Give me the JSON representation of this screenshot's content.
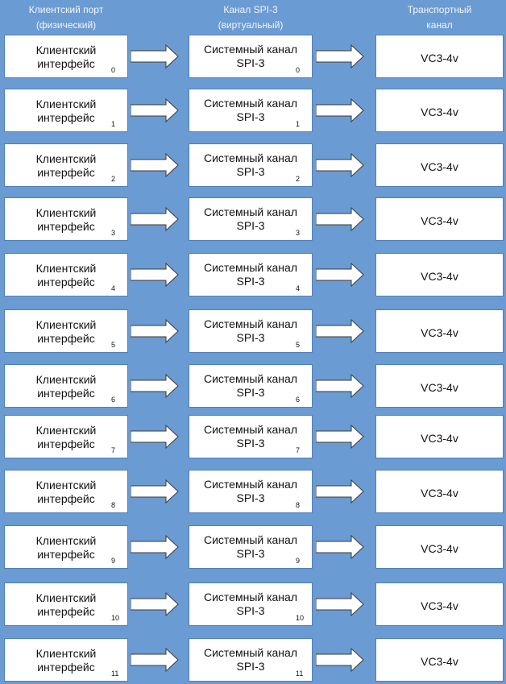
{
  "headers": {
    "col1": [
      "Клиентский порт",
      "(физический)"
    ],
    "col2": [
      "Канал SPI-3",
      "(виртуальный)"
    ],
    "col3": [
      "Транспортный",
      "канал"
    ]
  },
  "rows": [
    {
      "client": [
        "Клиентский",
        "интерфейс"
      ],
      "client_index": "0",
      "system": [
        "Системный канал",
        "SPI-3"
      ],
      "system_index": "0",
      "transport": "VC3-4v"
    },
    {
      "client": [
        "Клиентский",
        "интерфейс"
      ],
      "client_index": "1",
      "system": [
        "Системный канал",
        "SPI-3"
      ],
      "system_index": "1",
      "transport": "VC3-4v"
    },
    {
      "client": [
        "Клиентский",
        "интерфейс"
      ],
      "client_index": "2",
      "system": [
        "Системный канал",
        "SPI-3"
      ],
      "system_index": "2",
      "transport": "VC3-4v"
    },
    {
      "client": [
        "Клиентский",
        "интерфейс"
      ],
      "client_index": "3",
      "system": [
        "Системный канал",
        "SPI-3"
      ],
      "system_index": "3",
      "transport": "VC3-4v"
    },
    {
      "client": [
        "Клиентский",
        "интерфейс"
      ],
      "client_index": "4",
      "system": [
        "Системный канал",
        "SPI-3"
      ],
      "system_index": "4",
      "transport": "VC3-4v"
    },
    {
      "client": [
        "Клиентский",
        "интерфейс"
      ],
      "client_index": "5",
      "system": [
        "Системный канал",
        "SPI-3"
      ],
      "system_index": "5",
      "transport": "VC3-4v"
    },
    {
      "client": [
        "Клиентский",
        "интерфейс"
      ],
      "client_index": "6",
      "system": [
        "Системный канал",
        "SPI-3"
      ],
      "system_index": "6",
      "transport": "VC3-4v"
    },
    {
      "client": [
        "Клиентский",
        "интерфейс"
      ],
      "client_index": "7",
      "system": [
        "Системный канал",
        "SPI-3"
      ],
      "system_index": "7",
      "transport": "VC3-4v"
    },
    {
      "client": [
        "Клиентский",
        "интерфейс"
      ],
      "client_index": "8",
      "system": [
        "Системный канал",
        "SPI-3"
      ],
      "system_index": "8",
      "transport": "VC3-4v"
    },
    {
      "client": [
        "Клиентский",
        "интерфейс"
      ],
      "client_index": "9",
      "system": [
        "Системный канал",
        "SPI-3"
      ],
      "system_index": "9",
      "transport": "VC3-4v"
    },
    {
      "client": [
        "Клиентский",
        "интерфейс"
      ],
      "client_index": "10",
      "system": [
        "Системный канал",
        "SPI-3"
      ],
      "system_index": "10",
      "transport": "VC3-4v"
    },
    {
      "client": [
        "Клиентский",
        "интерфейс"
      ],
      "client_index": "11",
      "system": [
        "Системный канал",
        "SPI-3"
      ],
      "system_index": "11",
      "transport": "VC3-4v"
    }
  ],
  "colors": {
    "background": "#6b9bd3",
    "box": "#ffffff",
    "arrow_fill": "#ffffff",
    "arrow_stroke": "#3a3a3a"
  }
}
